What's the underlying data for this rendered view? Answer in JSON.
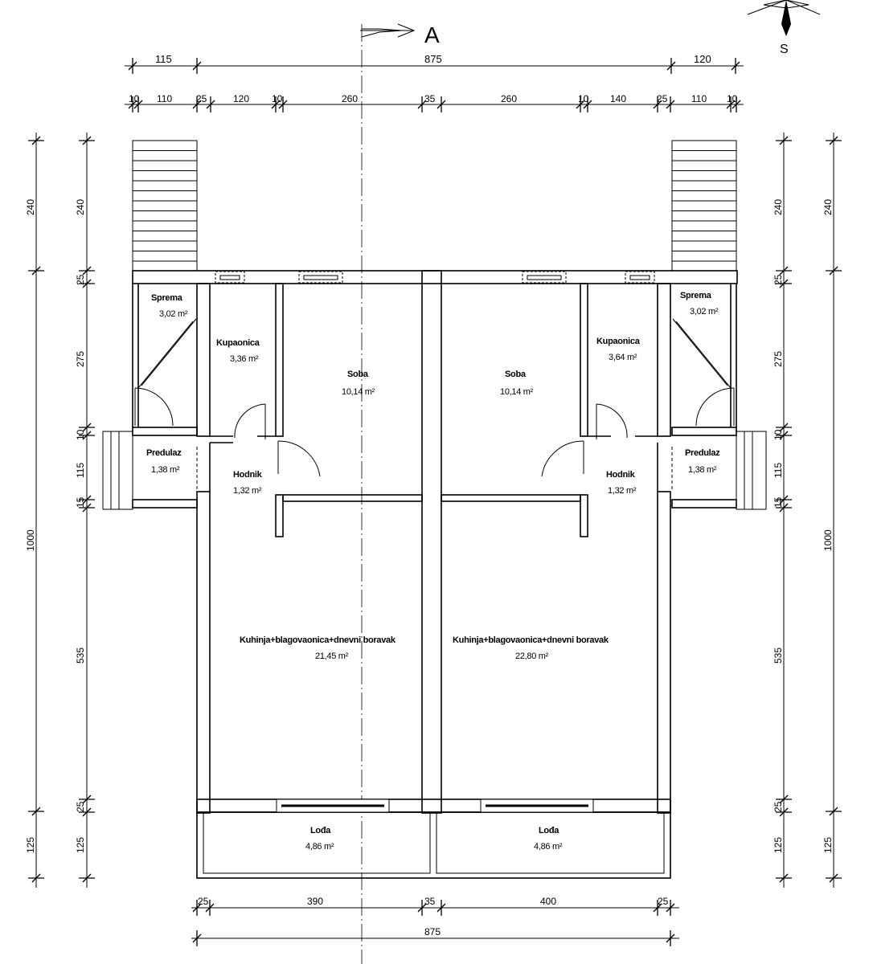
{
  "section_marker": "A",
  "compass_label": "S",
  "dims_top_outer": [
    "115",
    "875",
    "120"
  ],
  "dims_top_inner": [
    "10",
    "110",
    "25",
    "120",
    "10",
    "260",
    "35",
    "260",
    "10",
    "140",
    "25",
    "110",
    "10"
  ],
  "dims_bottom_inner": [
    "25",
    "390",
    "35",
    "400",
    "25"
  ],
  "dims_bottom_outer": [
    "875"
  ],
  "dims_left_outer": [
    "240",
    "1000",
    "125"
  ],
  "dims_left_inner": [
    "240",
    "25",
    "275",
    "10",
    "115",
    "15",
    "535",
    "25",
    "125"
  ],
  "dims_right_inner": [
    "240",
    "25",
    "275",
    "10",
    "115",
    "15",
    "535",
    "25",
    "125"
  ],
  "dims_right_outer": [
    "240",
    "1000",
    "125"
  ],
  "rooms": [
    {
      "name": "Sprema",
      "area": "3,02 m²"
    },
    {
      "name": "Kupaonica",
      "area": "3,36 m²"
    },
    {
      "name": "Soba",
      "area": "10,14 m²"
    },
    {
      "name": "Predulaz",
      "area": "1,38 m²"
    },
    {
      "name": "Hodnik",
      "area": "1,32 m²"
    },
    {
      "name": "Kuhinja+blagovaonica+dnevni boravak",
      "area": "21,45 m²"
    },
    {
      "name": "Lođa",
      "area": "4,86 m²"
    },
    {
      "name": "Soba",
      "area": "10,14 m²"
    },
    {
      "name": "Kupaonica",
      "area": "3,64 m²"
    },
    {
      "name": "Sprema",
      "area": "3,02 m²"
    },
    {
      "name": "Predulaz",
      "area": "1,38 m²"
    },
    {
      "name": "Hodnik",
      "area": "1,32 m²"
    },
    {
      "name": "Kuhinja+blagovaonica+dnevni boravak",
      "area": "22,80 m²"
    },
    {
      "name": "Lođa",
      "area": "4,86 m²"
    }
  ]
}
